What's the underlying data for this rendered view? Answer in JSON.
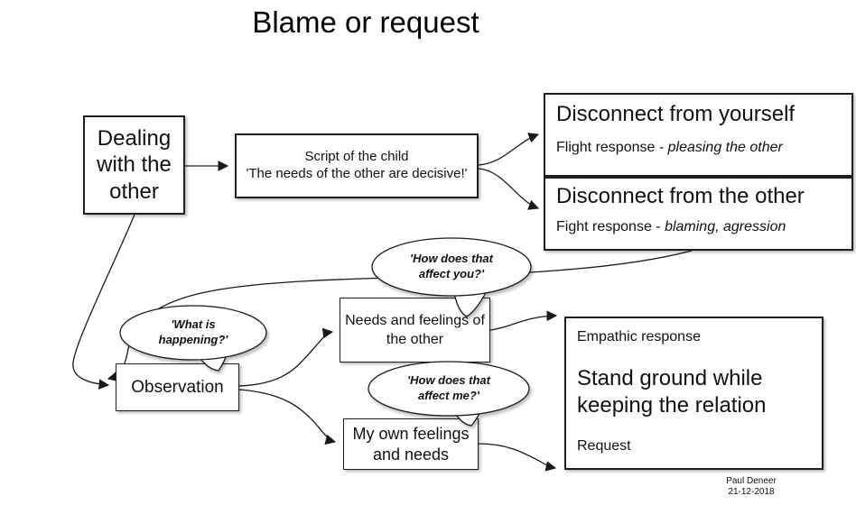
{
  "title": "Blame or request",
  "nodes": {
    "dealing": {
      "label": "Dealing with the other"
    },
    "script": {
      "line1": "Script of the child",
      "line2": "'The needs of the other are decisive!'"
    },
    "disconnect_yourself": {
      "heading": "Disconnect from yourself",
      "sub_prefix": "Flight response - ",
      "sub_italic": "pleasing the other"
    },
    "disconnect_other": {
      "heading": "Disconnect from the other",
      "sub_prefix": "Fight response - ",
      "sub_italic": "blaming, agression"
    },
    "needs_other": {
      "label": "Needs and feelings of the other"
    },
    "observation": {
      "label": "Observation"
    },
    "my_own": {
      "label": "My own feelings and needs"
    },
    "response": {
      "top": "Empathic response",
      "main": "Stand ground while keeping the relation",
      "bottom": "Request"
    }
  },
  "bubbles": {
    "affect_you": {
      "text": "'How does that affect you?'"
    },
    "what_happening": {
      "text": "'What is happening?'"
    },
    "affect_me": {
      "text": "'How does that affect me?'"
    }
  },
  "edges": [
    {
      "from": "dealing",
      "to": "script"
    },
    {
      "from": "script",
      "to": "disconnect_yourself"
    },
    {
      "from": "script",
      "to": "disconnect_other"
    },
    {
      "from": "dealing",
      "to": "observation"
    },
    {
      "from": "disconnect_other",
      "to": "observation"
    },
    {
      "from": "observation",
      "to": "needs_other"
    },
    {
      "from": "observation",
      "to": "my_own"
    },
    {
      "from": "needs_other",
      "to": "response"
    },
    {
      "from": "my_own",
      "to": "response"
    }
  ],
  "footer": {
    "author": "Paul Deneer",
    "date": "21-12-2018"
  },
  "colors": {
    "line": "#1a1a1a",
    "background": "#ffffff"
  }
}
